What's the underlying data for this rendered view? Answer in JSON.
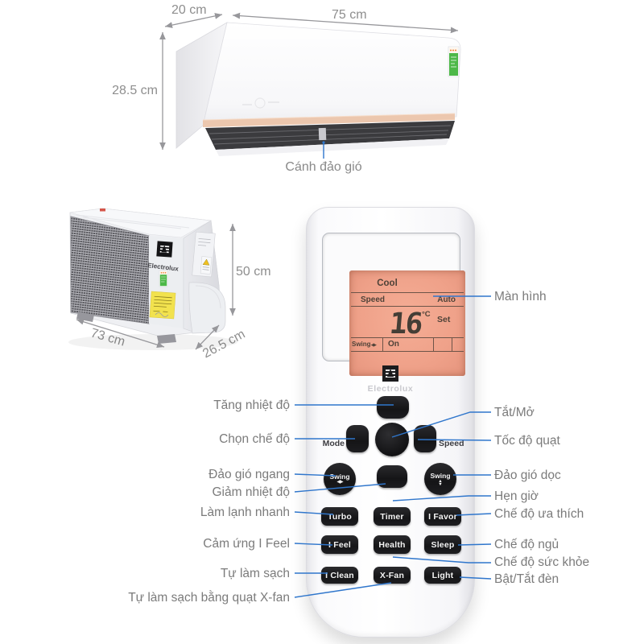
{
  "colors": {
    "annotation_blue": "#2f76cc",
    "label_gray": "#7b7b7b",
    "dimension_gray": "#8e8e8e",
    "lcd_background": "#efa189",
    "lcd_text": "#4e4238",
    "button_black": "#1c1c1e",
    "indoor_accent_strip": "#ecc7ae",
    "energy_label_green": "#4db848"
  },
  "indoor_unit": {
    "dimensions": {
      "depth": "20 cm",
      "width": "75 cm",
      "height": "28.5 cm"
    },
    "louver_callout": "Cánh đảo gió"
  },
  "outdoor_unit": {
    "brand": "Electrolux",
    "dimensions": {
      "width": "73 cm",
      "depth": "26.5 cm",
      "height": "50 cm"
    }
  },
  "remote": {
    "brand": "Electrolux",
    "display": {
      "mode": "Cool",
      "fan_label": "Speed",
      "fan_value": "Auto",
      "temperature": "16",
      "temperature_unit": "°C",
      "set_label": "Set",
      "swing_label": "Swing",
      "swing_value": "On"
    },
    "dpad": {
      "mode_label": "Mode",
      "speed_label": "Speed"
    },
    "swing_buttons": {
      "horizontal": "Swing",
      "vertical": "Swing"
    },
    "grid_buttons": [
      [
        "Turbo",
        "Timer",
        "I Favor"
      ],
      [
        "I Feel",
        "Health",
        "Sleep"
      ],
      [
        "I Clean",
        "X-Fan",
        "Light"
      ]
    ]
  },
  "icons": {
    "swing_horizontal": "◀▶",
    "swing_vertical": "▲▼",
    "lcd_swing_arrows": "◀▶"
  },
  "callouts": {
    "left": [
      "Tăng nhiệt độ",
      "Chọn chế độ",
      "Đảo gió ngang",
      "Giảm nhiệt độ",
      "Làm lạnh nhanh",
      "Cảm ứng I Feel",
      "Tự làm sạch",
      "Tự làm sạch bằng quạt X-fan"
    ],
    "right": [
      "Màn hình",
      "Tắt/Mở",
      "Tốc độ quạt",
      "Đảo gió dọc",
      "Hẹn giờ",
      "Chế độ ưa thích",
      "Chế độ ngủ",
      "Chế độ sức khỏe",
      "Bật/Tắt đèn"
    ]
  }
}
